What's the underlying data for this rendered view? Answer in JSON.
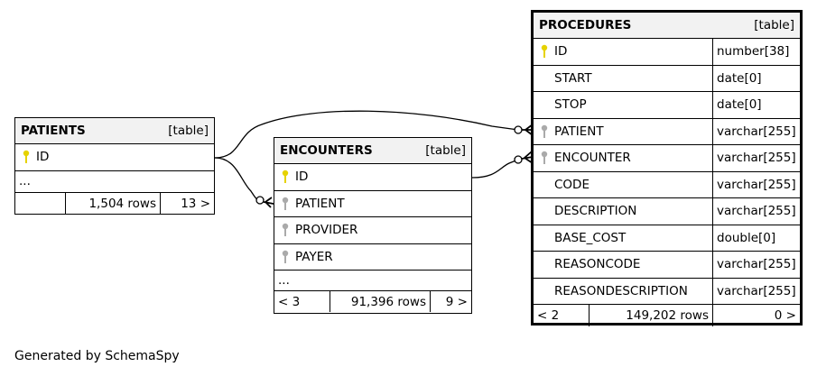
{
  "tables": {
    "patients": {
      "name": "PATIENTS",
      "kind": "[table]",
      "columns": [
        {
          "name": "ID",
          "key": "primary"
        }
      ],
      "ellipsis": "...",
      "stats": {
        "parents": "",
        "rows": "1,504 rows",
        "children": "13 >"
      }
    },
    "encounters": {
      "name": "ENCOUNTERS",
      "kind": "[table]",
      "columns": [
        {
          "name": "ID",
          "key": "primary"
        },
        {
          "name": "PATIENT",
          "key": "foreign"
        },
        {
          "name": "PROVIDER",
          "key": "foreign"
        },
        {
          "name": "PAYER",
          "key": "foreign"
        }
      ],
      "ellipsis": "...",
      "stats": {
        "parents": "< 3",
        "rows": "91,396 rows",
        "children": "9 >"
      }
    },
    "procedures": {
      "name": "PROCEDURES",
      "kind": "[table]",
      "columns": [
        {
          "name": "ID",
          "type": "number[38]",
          "key": "primary"
        },
        {
          "name": "START",
          "type": "date[0]",
          "key": "none"
        },
        {
          "name": "STOP",
          "type": "date[0]",
          "key": "none"
        },
        {
          "name": "PATIENT",
          "type": "varchar[255]",
          "key": "foreign"
        },
        {
          "name": "ENCOUNTER",
          "type": "varchar[255]",
          "key": "foreign"
        },
        {
          "name": "CODE",
          "type": "varchar[255]",
          "key": "none"
        },
        {
          "name": "DESCRIPTION",
          "type": "varchar[255]",
          "key": "none"
        },
        {
          "name": "BASE_COST",
          "type": "double[0]",
          "key": "none"
        },
        {
          "name": "REASONCODE",
          "type": "varchar[255]",
          "key": "none"
        },
        {
          "name": "REASONDESCRIPTION",
          "type": "varchar[255]",
          "key": "none"
        }
      ],
      "stats": {
        "parents": "< 2",
        "rows": "149,202 rows",
        "children": "0 >"
      }
    }
  },
  "footer": "Generated by SchemaSpy",
  "colors": {
    "primary_key": "#e6d200",
    "foreign_key": "#aaaaaa",
    "header_bg": "#f2f2f2"
  }
}
